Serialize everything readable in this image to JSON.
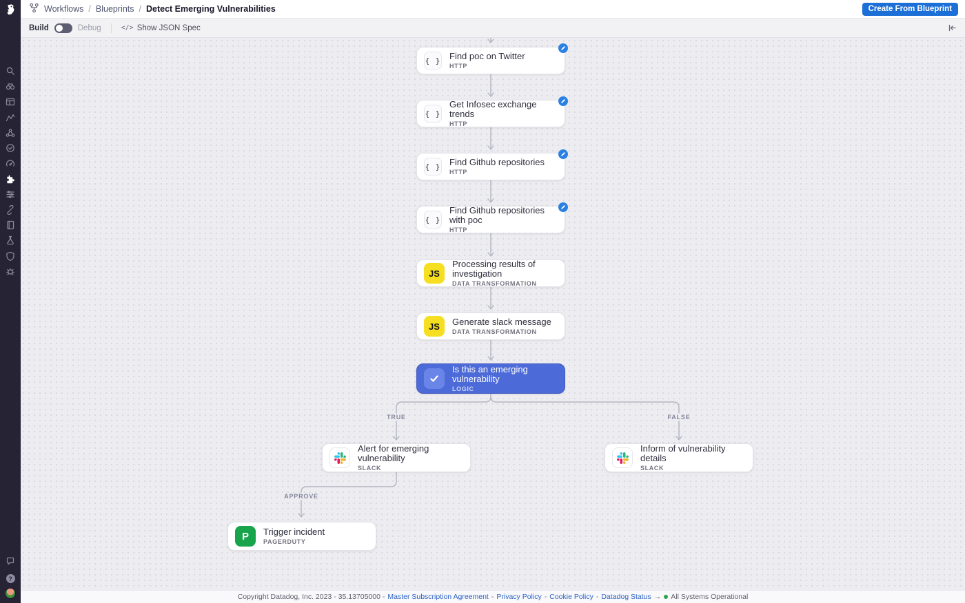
{
  "header": {
    "breadcrumb": [
      "Workflows",
      "Blueprints",
      "Detect Emerging Vulnerabilities"
    ],
    "breadcrumb_separator": "/",
    "create_button": "Create From Blueprint"
  },
  "toolbar": {
    "build_label": "Build",
    "debug_label": "Debug",
    "code_icon_glyph": "</>",
    "show_json_spec": "Show JSON Spec"
  },
  "sidebar": {
    "icons": [
      "search",
      "watchdog",
      "dashboards",
      "metrics",
      "service-map",
      "security",
      "monitors",
      "workflows",
      "pipelines",
      "integrations",
      "notebooks",
      "labs",
      "compliance",
      "bug"
    ],
    "bottom_icons": [
      "chat",
      "help",
      "user-avatar"
    ],
    "help_glyph": "?"
  },
  "glyphs": {
    "http": "{ }",
    "js": "JS",
    "pagerduty": "P"
  },
  "canvas": {
    "nodes": [
      {
        "title": "Find poc on Twitter",
        "type": "HTTP",
        "icon": "http-icon",
        "badge": "edit"
      },
      {
        "title": "Get Infosec exchange trends",
        "type": "HTTP",
        "icon": "http-icon",
        "badge": "edit"
      },
      {
        "title": "Find Github repositories",
        "type": "HTTP",
        "icon": "http-icon",
        "badge": "edit"
      },
      {
        "title": "Find Github repositories with poc",
        "type": "HTTP",
        "icon": "http-icon",
        "badge": "edit"
      },
      {
        "title": "Processing results of investigation",
        "type": "DATA TRANSFORMATION",
        "icon": "javascript-icon"
      },
      {
        "title": "Generate slack message",
        "type": "DATA TRANSFORMATION",
        "icon": "javascript-icon"
      },
      {
        "title": "Is this an emerging vulnerability",
        "type": "LOGIC",
        "icon": "check-icon"
      },
      {
        "title": "Alert for emerging vulnerability",
        "type": "SLACK",
        "icon": "slack-icon"
      },
      {
        "title": "Inform of vulnerability details",
        "type": "SLACK",
        "icon": "slack-icon"
      },
      {
        "title": "Trigger incident",
        "type": "PAGERDUTY",
        "icon": "pagerduty-icon"
      }
    ],
    "branch_labels": {
      "true": "TRUE",
      "false": "FALSE",
      "approve": "APPROVE"
    }
  },
  "footer": {
    "copyright": "Copyright Datadog, Inc. 2023 - 35.13705000 -",
    "links": [
      "Master Subscription Agreement",
      "Privacy Policy",
      "Cookie Policy",
      "Datadog Status"
    ],
    "separator": "-",
    "arrow": "→",
    "status": "All Systems Operational"
  },
  "colors": {
    "accent_blue": "#1c6fd6",
    "logic_node": "#4d6bd8",
    "js_yellow": "#f6de20",
    "pagerduty_green": "#17a44b",
    "badge_blue": "#2b80e4",
    "status_green": "#2fa44e",
    "rail_background": "#262334"
  }
}
